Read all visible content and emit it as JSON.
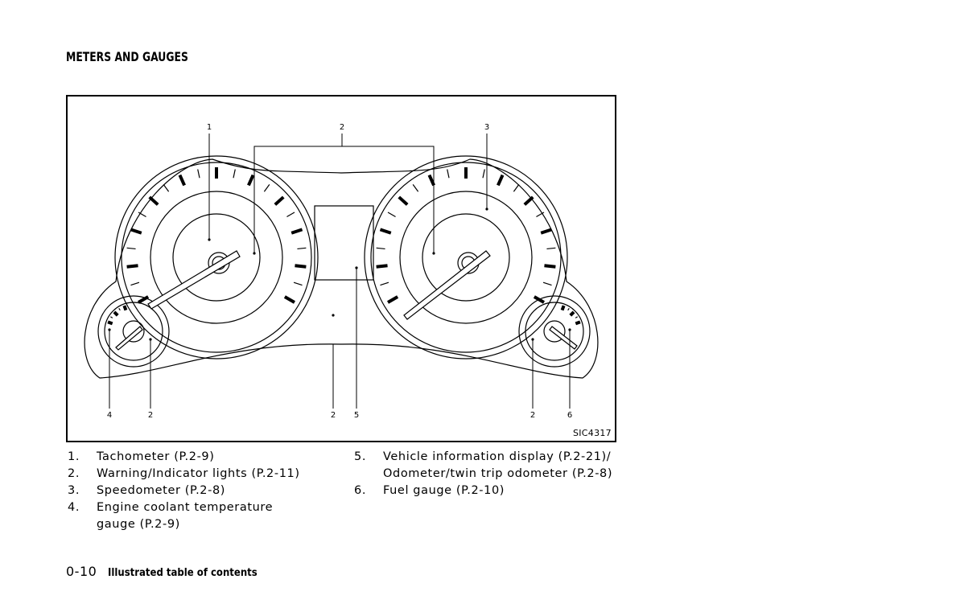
{
  "section_title": "METERS AND GAUGES",
  "figure": {
    "callouts_top": [
      "1",
      "2",
      "3"
    ],
    "callouts_bottom": [
      "4",
      "2",
      "2",
      "5",
      "2",
      "6"
    ],
    "figure_code": "SIC4317"
  },
  "legend_left": [
    {
      "num": "1.",
      "text": "Tachometer (P.2-9)"
    },
    {
      "num": "2.",
      "text": "Warning/Indicator lights (P.2-11)"
    },
    {
      "num": "3.",
      "text": "Speedometer (P.2-8)"
    },
    {
      "num": "4.",
      "text": "Engine coolant temperature gauge (P.2-9)"
    }
  ],
  "legend_right": [
    {
      "num": "5.",
      "text": "Vehicle information display (P.2-21)/ Odometer/twin trip odometer (P.2-8)"
    },
    {
      "num": "6.",
      "text": "Fuel gauge (P.2-10)"
    }
  ],
  "footer": {
    "page_number": "0-10",
    "title": "Illustrated table of contents"
  }
}
